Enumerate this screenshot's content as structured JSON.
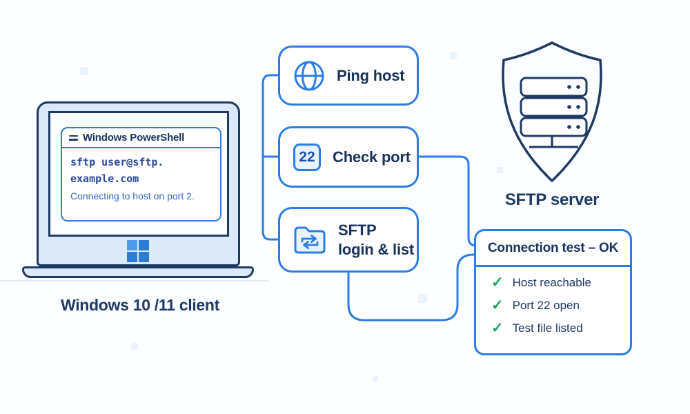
{
  "colors": {
    "accent_blue": "#2a7de2",
    "navy_outline": "#1d3a63",
    "navy_text": "#16325c",
    "light_blue_fill": "#e9f2fd",
    "laptop_fill": "#dbe9f8",
    "terminal_command_blue": "#2b4a9e",
    "terminal_status_blue": "#3a67c6",
    "check_green": "#17a860",
    "windows_logo_blue": "#2b7cd3"
  },
  "client": {
    "window_title": "Windows PowerShell",
    "command_line_1": "sftp user@sftp.",
    "command_line_2": "example.com",
    "status_line": "Connecting to host on port 2.",
    "caption": "Windows 10 /11 client"
  },
  "steps": [
    {
      "icon": "globe-icon",
      "lines": [
        "Ping host"
      ]
    },
    {
      "icon": "port-badge",
      "badge": "22",
      "lines": [
        "Check port"
      ]
    },
    {
      "icon": "folder-transfer-icon",
      "lines": [
        "SFTP",
        "login & list"
      ]
    }
  ],
  "server": {
    "icon": "shield-server-icon",
    "caption": "SFTP server"
  },
  "result": {
    "title": "Connection test – OK",
    "items": [
      "Host reachable",
      "Port 22 open",
      "Test file listed"
    ]
  }
}
